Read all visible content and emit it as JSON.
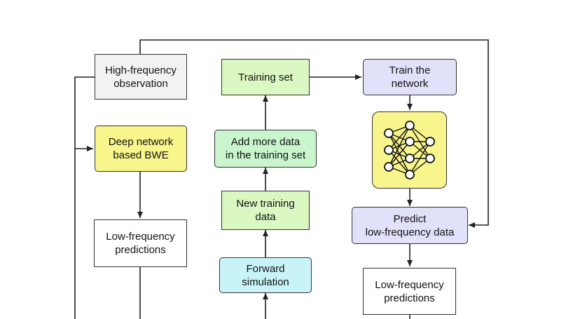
{
  "nodes": {
    "hf_observation": {
      "label": "High-frequency\nobservation",
      "fill": "#f2f2f2"
    },
    "deep_network_bwe": {
      "label": "Deep network\nbased BWE",
      "fill": "#f8f58c"
    },
    "lf_predictions_left": {
      "label": "Low-frequency\npredictions",
      "fill": "#ffffff"
    },
    "training_set": {
      "label": "Training set",
      "fill": "#dbf7c2"
    },
    "add_more_data": {
      "label": "Add more data\nin the training set",
      "fill": "#c9f5cd"
    },
    "new_training_data": {
      "label": "New training\ndata",
      "fill": "#dbf7c2"
    },
    "forward_simulation": {
      "label": "Forward\nsimulation",
      "fill": "#c9f4f7"
    },
    "train_network": {
      "label": "Train the\nnetwork",
      "fill": "#e2e1fa"
    },
    "neural_network": {
      "fill": "#f8f58c"
    },
    "predict_lf": {
      "label": "Predict\nlow-frequency data",
      "fill": "#e2e1fa"
    },
    "lf_predictions_right": {
      "label": "Low-frequency\npredictions",
      "fill": "#ffffff"
    }
  },
  "colors": {
    "stroke": "#333333",
    "text": "#111111"
  }
}
